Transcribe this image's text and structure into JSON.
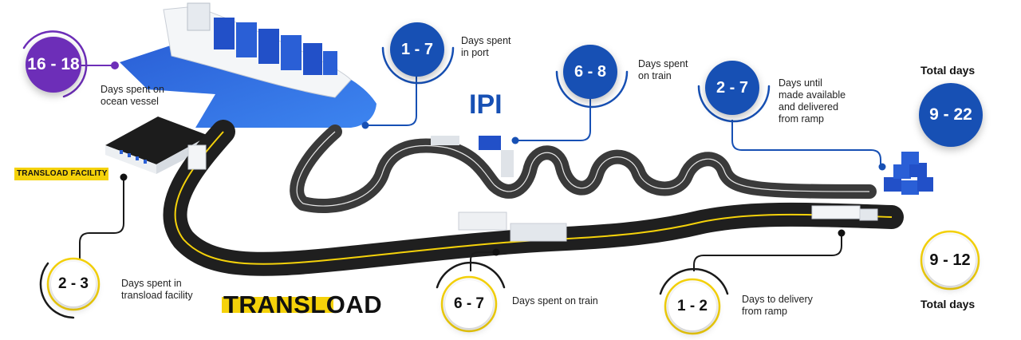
{
  "colors": {
    "ocean_purple": "#6d2eb8",
    "ipi_blue": "#1750b4",
    "transload_yellow": "#f5d20a",
    "water_blue": "#2f6fe0",
    "track_dark": "#3a3a3a"
  },
  "title_ipi": "IPI",
  "title_transload": "TRANSLOAD",
  "transload_facility_label": "TRANSLOAD FACILITY",
  "ocean": {
    "days": "16 - 18",
    "caption": "Days spent on\nocean vessel"
  },
  "ipi": {
    "port": {
      "days": "1 - 7",
      "caption": "Days spent\nin port"
    },
    "train": {
      "days": "6 - 8",
      "caption": "Days spent\non train"
    },
    "ramp": {
      "days": "2 - 7",
      "caption": "Days until\nmade available\nand delivered\nfrom ramp"
    },
    "total_label": "Total days",
    "total_days": "9 - 22"
  },
  "transload": {
    "facility": {
      "days": "2 - 3",
      "caption": "Days spent in\ntransload facility"
    },
    "train": {
      "days": "6 - 7",
      "caption": "Days spent on train"
    },
    "delivery": {
      "days": "1 - 2",
      "caption": "Days to delivery\nfrom ramp"
    },
    "total_label": "Total days",
    "total_days": "9 - 12"
  }
}
